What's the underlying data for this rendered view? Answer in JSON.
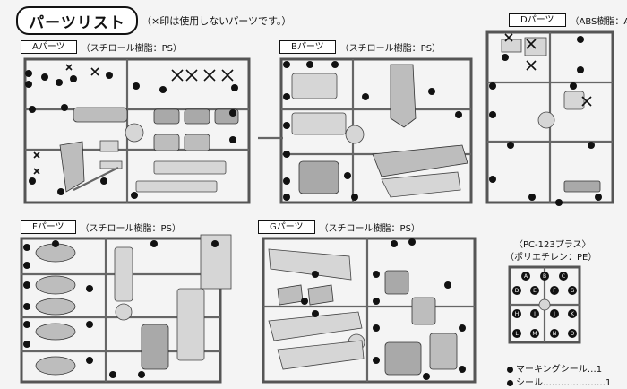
{
  "header": {
    "title": "パーツリスト",
    "note": "（×印は使用しないパーツです。）"
  },
  "panels": {
    "A": {
      "tag": "Aパーツ",
      "material": "（スチロール樹脂：PS）"
    },
    "B": {
      "tag": "Bパーツ",
      "material": "（スチロール樹脂：PS）"
    },
    "D": {
      "tag": "Dパーツ",
      "material": "（ABS樹脂：ABS）"
    },
    "F": {
      "tag": "Fパーツ",
      "material": "（スチロール樹脂：PS）"
    },
    "G": {
      "tag": "Gパーツ",
      "material": "（スチロール樹脂：PS）"
    },
    "PC": {
      "title": "〈PC-123プラス〉",
      "material": "（ポリエチレン：PE）"
    }
  },
  "pc_letters": [
    "A",
    "B",
    "C",
    "D",
    "E",
    "F",
    "G",
    "H",
    "I",
    "J",
    "K",
    "L",
    "M",
    "N",
    "O"
  ],
  "legend": [
    {
      "text": "マーキングシール…1"
    },
    {
      "text": "シール…………………1"
    }
  ]
}
